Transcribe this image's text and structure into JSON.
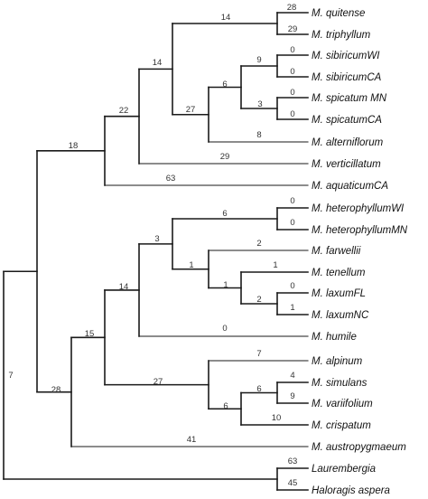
{
  "tree": {
    "leaves": [
      {
        "id": "quitense",
        "label": "M. quitense"
      },
      {
        "id": "triphyllum",
        "label": "M. triphyllum"
      },
      {
        "id": "sibiricumWI",
        "label": "M. sibiricumWI"
      },
      {
        "id": "sibiricumCA",
        "label": "M. sibiricumCA"
      },
      {
        "id": "spicatumMN",
        "label": "M. spicatum MN"
      },
      {
        "id": "spicatumCA",
        "label": "M. spicatumCA"
      },
      {
        "id": "alterniflorum",
        "label": "M. alterniflorum"
      },
      {
        "id": "verticillatum",
        "label": "M. verticillatum"
      },
      {
        "id": "aquaticumCA",
        "label": "M. aquaticumCA"
      },
      {
        "id": "heterophyllumWI",
        "label": "M. heterophyllumWI"
      },
      {
        "id": "heterophyllumMN",
        "label": "M. heterophyllumMN"
      },
      {
        "id": "farwellii",
        "label": "M. farwellii"
      },
      {
        "id": "tenellum",
        "label": "M. tenellum"
      },
      {
        "id": "laxumFL",
        "label": "M. laxumFL"
      },
      {
        "id": "laxumNC",
        "label": "M. laxumNC"
      },
      {
        "id": "humile",
        "label": "M. humile"
      },
      {
        "id": "alpinum",
        "label": "M. alpinum"
      },
      {
        "id": "simulans",
        "label": "M. simulans"
      },
      {
        "id": "variifolium",
        "label": "M. variifolium"
      },
      {
        "id": "crispatum",
        "label": "M. crispatum"
      },
      {
        "id": "austropygmaeum",
        "label": "M. austropygmaeum"
      },
      {
        "id": "laurembergia",
        "label": "Laurembergia"
      },
      {
        "id": "haloragis",
        "label": "Haloragis aspera"
      }
    ],
    "branch_lengths": {
      "quitense": "28",
      "triphyllum": "29",
      "sibiricumWI": "0",
      "sibiricumCA": "0",
      "spicatumMN": "0",
      "spicatumCA": "0",
      "alterniflorum": "8",
      "verticillatum": "29",
      "aquaticumCA": "63",
      "heterophyllumWI": "0",
      "heterophyllumMN": "0",
      "farwellii": "2",
      "tenellum": "1",
      "laxumFL": "0",
      "laxumNC": "1",
      "humile": "0",
      "alpinum": "7",
      "simulans": "4",
      "variifolium": "9",
      "crispatum": "10",
      "austropygmaeum": "41",
      "laurembergia": "63",
      "haloragis": "45",
      "n_quit_triph": "14",
      "n_sib": "9",
      "n_spic": "3",
      "n_sib_spic": "6",
      "n_sub27": "27",
      "n_upper14": "14",
      "n_22": "22",
      "n_upper": "18",
      "n_het": "6",
      "n_laxum": "2",
      "n_ten_lax": "1",
      "n_farw": "1",
      "n_3": "3",
      "n_14b": "14",
      "n_sim_var": "6",
      "n_crisp_group": "6",
      "n_27b": "27",
      "n_15": "15",
      "n_lower": "28",
      "n_root_myrio": "7"
    }
  }
}
